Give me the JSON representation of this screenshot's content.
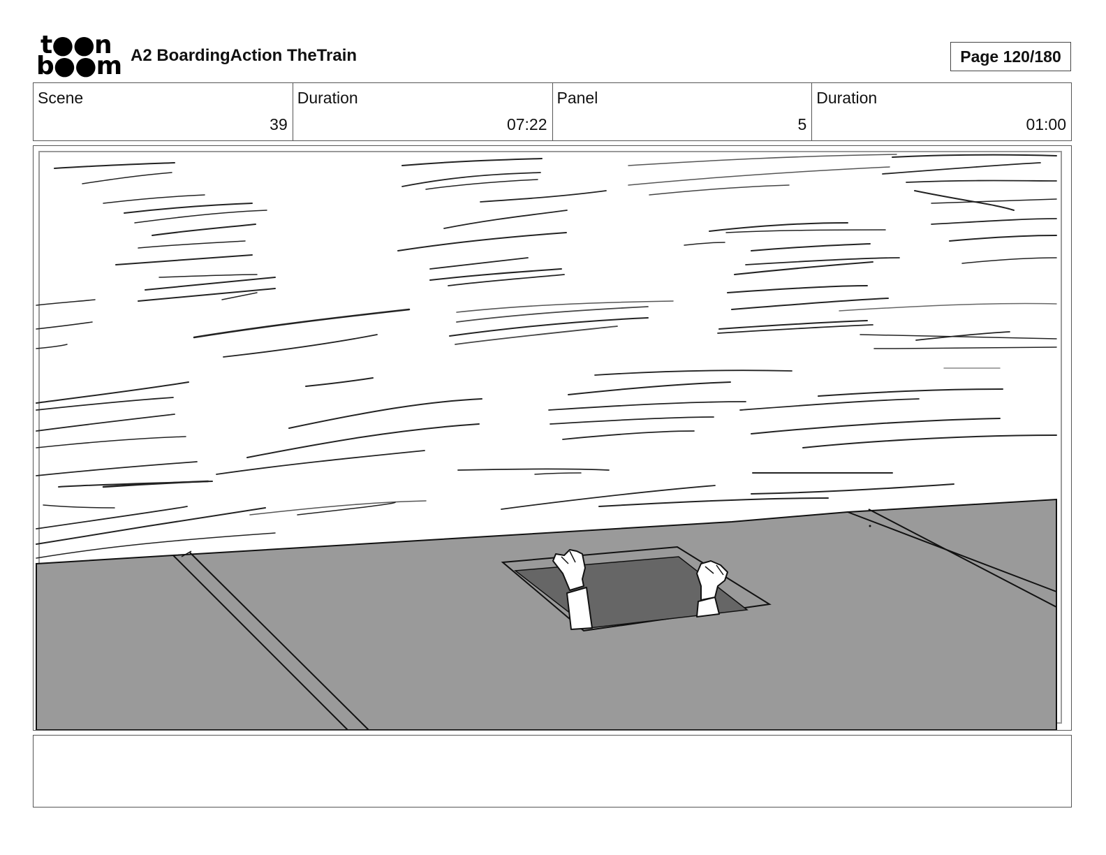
{
  "header": {
    "logo_line1": "t●●n",
    "logo_line2": "b●●m",
    "project_title": "A2 BoardingAction TheTrain",
    "page_label": "Page 120/180"
  },
  "info": {
    "scene_label": "Scene",
    "scene_value": "39",
    "scene_duration_label": "Duration",
    "scene_duration_value": "07:22",
    "panel_label": "Panel",
    "panel_value": "5",
    "panel_duration_label": "Duration",
    "panel_duration_value": "01:00"
  },
  "notes": {
    "text": ""
  },
  "colors": {
    "roof_gray": "#9a9a9a",
    "hatch_dark": "#666666",
    "line": "#111111",
    "border": "#555555"
  }
}
